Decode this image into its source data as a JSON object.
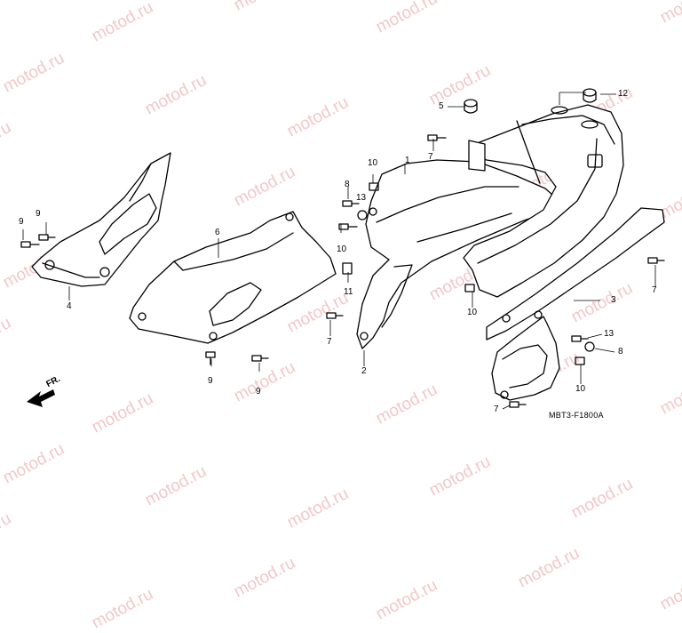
{
  "watermark": "motod.ru",
  "diagram_code": "MBT3-F1800A",
  "front_marker": "FR.",
  "callouts": [
    "1",
    "2",
    "3",
    "4",
    "5",
    "6",
    "7",
    "8",
    "9",
    "10",
    "11",
    "12",
    "13"
  ]
}
